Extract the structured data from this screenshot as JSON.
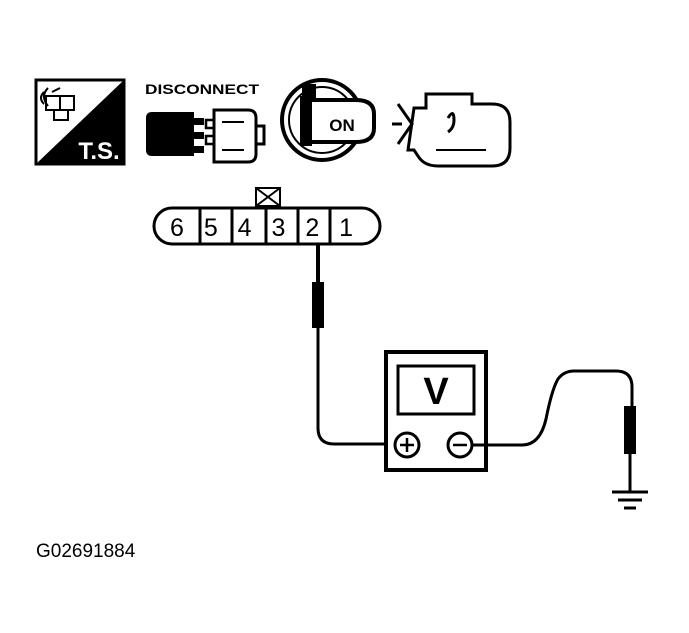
{
  "icons": {
    "ts_label": "T.S.",
    "disconnect_label": "DISCONNECT",
    "ignition_label": "ON"
  },
  "connector": {
    "pins": [
      "6",
      "5",
      "4",
      "3",
      "2",
      "1"
    ]
  },
  "meter": {
    "display": "V",
    "positive_symbol": "+",
    "negative_symbol": "−"
  },
  "figure_id": "G02691884",
  "colors": {
    "ink": "#000000",
    "paper": "#ffffff"
  }
}
